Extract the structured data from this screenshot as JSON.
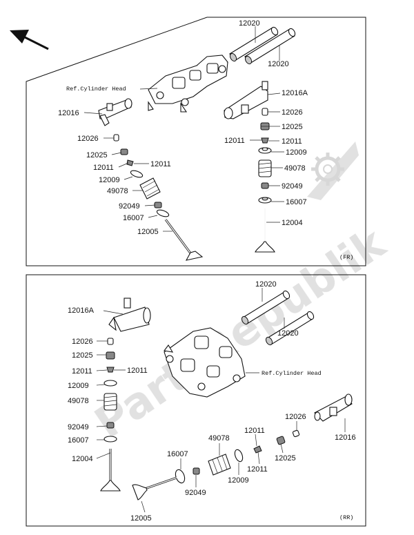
{
  "watermark": {
    "text": "PartsRepublik"
  },
  "top_panel": {
    "direction_tag": "(FR)",
    "labels": {
      "head_ref": "Ref.Cylinder Head",
      "p12020_a": "12020",
      "p12020_b": "12020",
      "p12016A": "12016A",
      "p12026_r": "12026",
      "p12025_r": "12025",
      "p12011_r1": "12011",
      "p12011_r2": "12011",
      "p12009_r": "12009",
      "p49078_r": "49078",
      "p92049_r": "92049",
      "p16007_r": "16007",
      "p12004_r": "12004",
      "p12016_l": "12016",
      "p12026_l": "12026",
      "p12025_l": "12025",
      "p12011_l1": "12011",
      "p12011_l2": "12011",
      "p12009_l": "12009",
      "p49078_l": "49078",
      "p92049_l": "92049",
      "p16007_l": "16007",
      "p12005_l": "12005"
    }
  },
  "bottom_panel": {
    "direction_tag": "(RR)",
    "labels": {
      "head_ref": "Ref.Cylinder Head",
      "p12020_a": "12020",
      "p12020_b": "12020",
      "p12016A": "12016A",
      "p12026_l": "12026",
      "p12025_l": "12025",
      "p12011_l1": "12011",
      "p12011_l2": "12011",
      "p12009_l": "12009",
      "p49078_l": "49078",
      "p92049_l": "92049",
      "p16007_l": "16007",
      "p12004_l": "12004",
      "p12026_r": "12026",
      "p12016_r": "12016",
      "p12025_r": "12025",
      "p12011_r1": "12011",
      "p12011_r2": "12011",
      "p49078_c": "49078",
      "p12009_c": "12009",
      "p16007_c": "16007",
      "p92049_c": "92049",
      "p12005_c": "12005"
    }
  },
  "icons": {
    "arrow": "front-direction-arrow-icon",
    "gear": "gear-watermark-icon"
  }
}
